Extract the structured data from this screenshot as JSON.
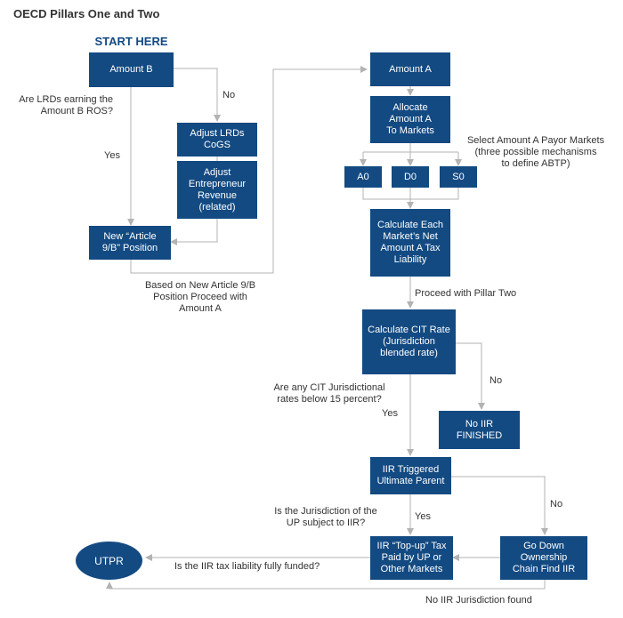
{
  "title": "OECD Pillars One and Two",
  "start_label": "START HERE",
  "boxes": {
    "amount_b": "Amount B",
    "adjust_lrds": "Adjust LRDs\nCoGS",
    "adjust_entrepreneur": "Adjust\nEntrepreneur\nRevenue\n(related)",
    "new_article": "New “Article\n9/B” Position",
    "amount_a": "Amount A",
    "allocate": "Allocate\nAmount A\nTo Markets",
    "a0": "A0",
    "d0": "D0",
    "s0": "S0",
    "calc_market": "Calculate Each\nMarket’s Net\nAmount A Tax\nLiability",
    "calc_cit": "Calculate CIT Rate\n(Jurisdiction\nblended rate)",
    "no_iir": "No IIR\nFINISHED",
    "iir_triggered": "IIR Triggered\nUltimate Parent",
    "iir_topup": "IIR “Top-up” Tax\nPaid by UP or\nOther Markets",
    "go_down": "Go Down\nOwnership\nChain Find IIR",
    "utpr": "UTPR"
  },
  "labels": {
    "q_lrds": "Are LRDs earning the\nAmount B ROS?",
    "no1": "No",
    "yes1": "Yes",
    "based_on": "Based on New Article 9/B\nPosition Proceed with\nAmount A",
    "select_payor": "Select Amount A Payor Markets\n(three possible mechanisms\nto define ABTP)",
    "proceed_p2": "Proceed with Pillar Two",
    "q_cit": "Are any CIT Jurisdictional\nrates below 15 percent?",
    "no2": "No",
    "yes2": "Yes",
    "no3": "No",
    "q_up": "Is the Jurisdiction of the\nUP subject to IIR?",
    "yes3": "Yes",
    "q_funded": "Is the IIR tax liability fully funded?",
    "no_iir_found": "No IIR Jurisdiction found"
  }
}
